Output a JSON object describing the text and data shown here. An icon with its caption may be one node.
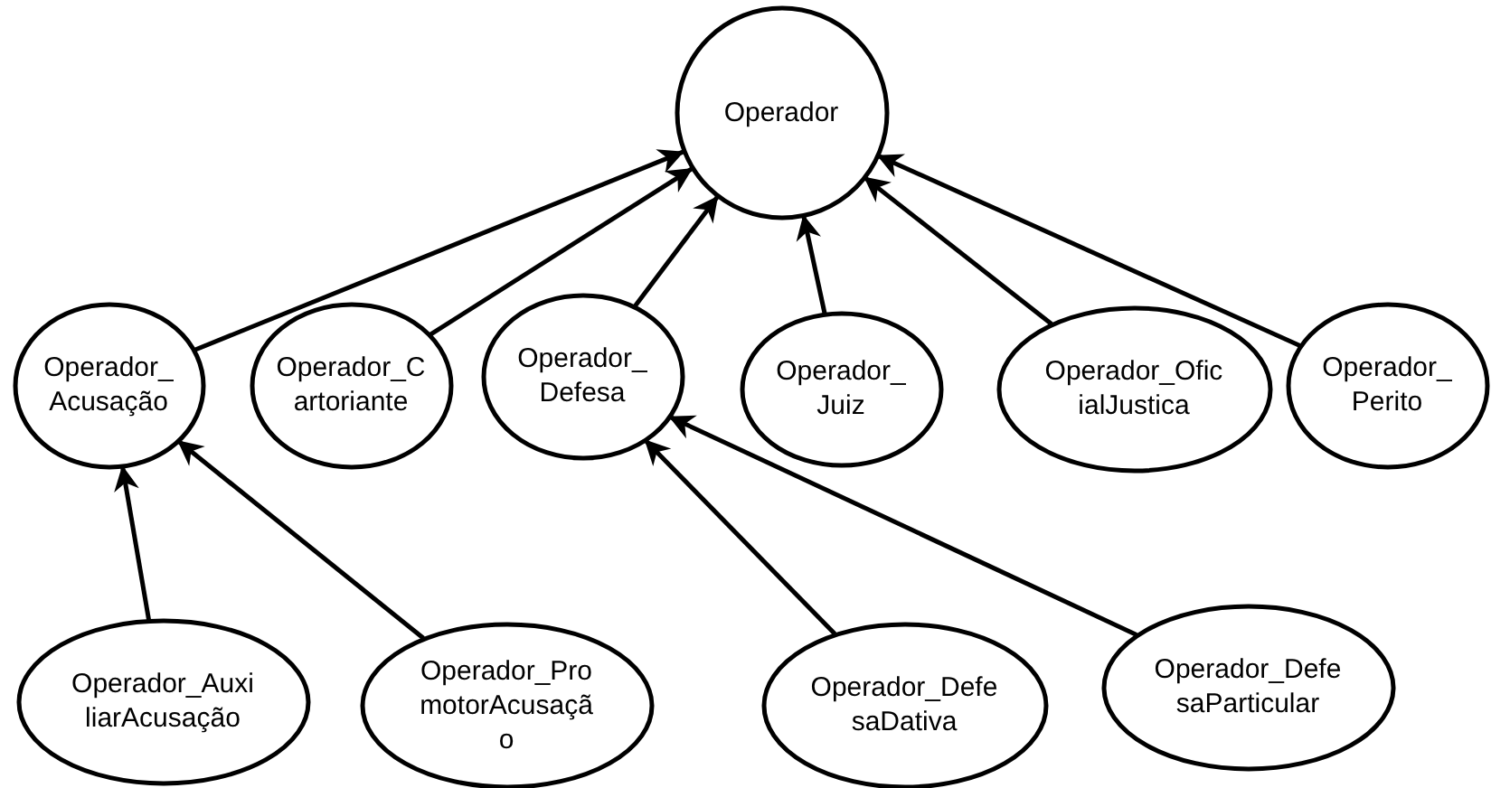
{
  "diagram": {
    "nodes": [
      {
        "text": [
          "Operador"
        ]
      },
      {
        "text": [
          "Operador_Acusação"
        ]
      },
      {
        "text": [
          "Operador_Cartoriante"
        ]
      },
      {
        "text": [
          "Operador_Defesa"
        ]
      },
      {
        "text": [
          "Operador_Juiz"
        ]
      },
      {
        "text": [
          "Operador_OficialJustica"
        ]
      },
      {
        "text": [
          "Operador_Perito"
        ]
      },
      {
        "text": [
          "Operador_AuxiliarAcusação"
        ]
      },
      {
        "text": [
          "Operador_PromotorAcusação"
        ]
      },
      {
        "text": [
          "Operador_DefesaDativa"
        ]
      },
      {
        "text": [
          "Operador_DefesaParticular"
        ]
      }
    ],
    "edges": [
      {
        "from": 1,
        "to": 0,
        "arrow": "to"
      },
      {
        "from": 2,
        "to": 0,
        "arrow": "to"
      },
      {
        "from": 3,
        "to": 0,
        "arrow": "to"
      },
      {
        "from": 4,
        "to": 0,
        "arrow": "to"
      },
      {
        "from": 5,
        "to": 0,
        "arrow": "to"
      },
      {
        "from": 6,
        "to": 0,
        "arrow": "to"
      },
      {
        "from": 7,
        "to": 1,
        "arrow": "to"
      },
      {
        "from": 8,
        "to": 1,
        "arrow": "to"
      },
      {
        "from": 9,
        "to": 3,
        "arrow": "to"
      },
      {
        "from": 10,
        "to": 3,
        "arrow": "to"
      }
    ]
  }
}
